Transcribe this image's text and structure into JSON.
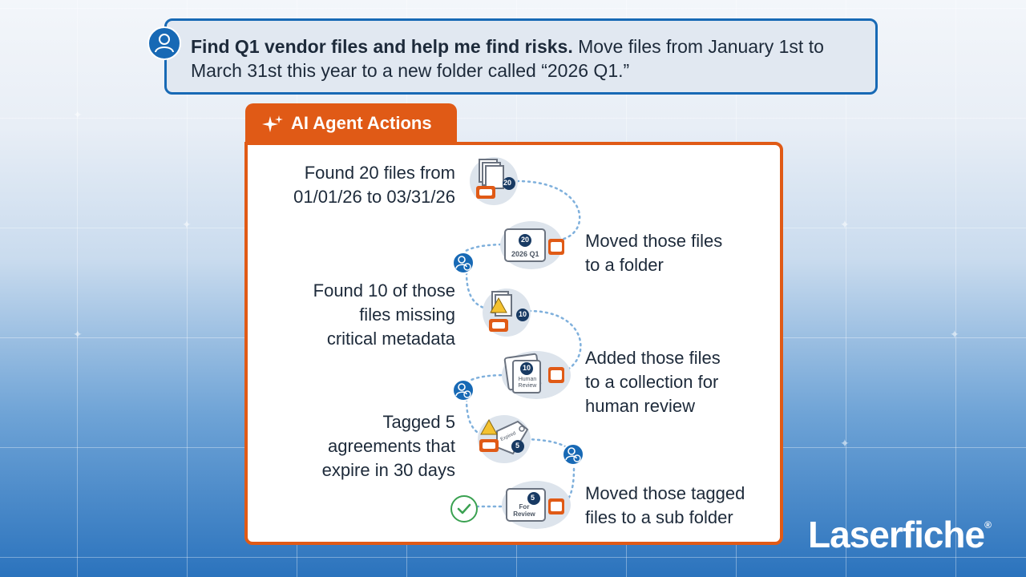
{
  "prompt": {
    "bold": "Find Q1 vendor files and help me find risks.",
    "rest": " Move files from January 1st to March 31st this year to a new folder called “2026 Q1.”"
  },
  "panel": {
    "title": "AI Agent Actions"
  },
  "steps": [
    {
      "text_1": "Found 20 files from",
      "text_2": "01/01/26 to 03/31/26",
      "badge": "20"
    },
    {
      "text_1": "Moved those files",
      "text_2": "to a folder",
      "badge": "20",
      "label": "2026 Q1"
    },
    {
      "text_1": "Found 10 of those",
      "text_2": "files missing",
      "text_3": "critical metadata",
      "badge": "10"
    },
    {
      "text_1": "Added those files",
      "text_2": "to a collection for",
      "text_3": "human review",
      "badge": "10",
      "label_1": "Human",
      "label_2": "Review"
    },
    {
      "text_1": "Tagged 5",
      "text_2": "agreements that",
      "text_3": "expire in 30 days",
      "badge": "5",
      "tag": "Expired"
    },
    {
      "text_1": "Moved those tagged",
      "text_2": "files to a sub folder",
      "badge": "5",
      "label_1": "For",
      "label_2": "Review"
    }
  ],
  "brand": {
    "name": "Laserfiche",
    "mark": "®"
  },
  "colors": {
    "accent": "#e05a16",
    "primary": "#1769b5",
    "success": "#3aa151"
  }
}
